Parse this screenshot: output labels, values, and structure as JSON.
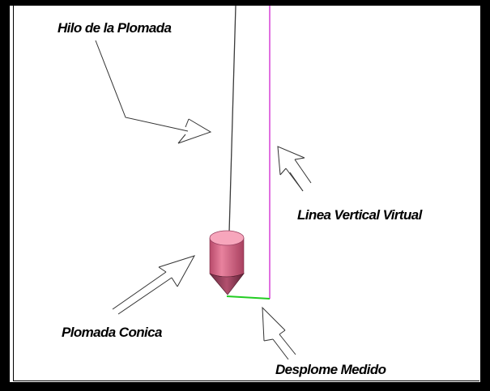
{
  "labels": {
    "plumb_line": "Hilo de la Plomada",
    "virtual_vertical": "Linea Vertical Virtual",
    "conical_plumb": "Plomada Conica",
    "measured_deviation": "Desplome Medido"
  },
  "colors": {
    "frame": "#000000",
    "plumb_body": "#e0708e",
    "plumb_top": "#f7a6bc",
    "plumb_shadow": "#8a3552",
    "virtual_line": "#e070e0",
    "deviation_line": "#22cc22",
    "thread": "#333333"
  }
}
